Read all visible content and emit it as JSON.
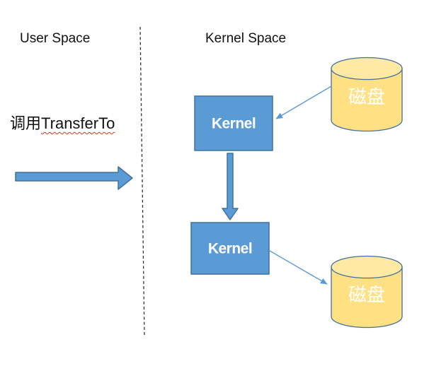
{
  "labels": {
    "user_space": "User Space",
    "kernel_space": "Kernel Space"
  },
  "call": {
    "prefix": "调用",
    "method": "TransferTo"
  },
  "kernel_box_top": {
    "label": "Kernel"
  },
  "kernel_box_bottom": {
    "label": "Kernel"
  },
  "disk_top": {
    "label": "磁盘"
  },
  "disk_bottom": {
    "label": "磁盘"
  },
  "colors": {
    "node_fill": "#5B9BD5",
    "node_border": "#41719C",
    "connector": "#5B9BD5",
    "disk_fill": "#FFE083",
    "disk_cap_fill": "#FFE9A3",
    "disk_border": "#41719C",
    "divider": "#333333",
    "label_text": "#111111",
    "node_text": "#FFFFFF",
    "spellcheck": "#E0301E"
  }
}
